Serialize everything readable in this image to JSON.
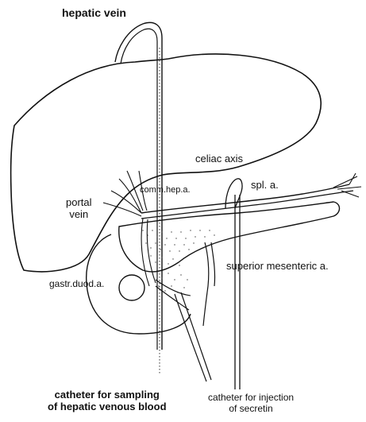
{
  "labels": {
    "hepatic_vein": "hepatic vein",
    "celiac_axis": "celiac axis",
    "spl_a": "spl. a.",
    "comm_hep_a": "comm.hep.a.",
    "portal_vein_line1": "portal",
    "portal_vein_line2": "vein",
    "superior_mesenteric_a": "superior mesenteric a.",
    "gastr_duod_a": "gastr.duod.a.",
    "catheter_sampling_line1": "catheter for sampling",
    "catheter_sampling_line2": "of hepatic venous blood",
    "catheter_injection_line1": "catheter for injection",
    "catheter_injection_line2": "of secretin"
  },
  "colors": {
    "ink": "#111111",
    "background": "#ffffff"
  }
}
